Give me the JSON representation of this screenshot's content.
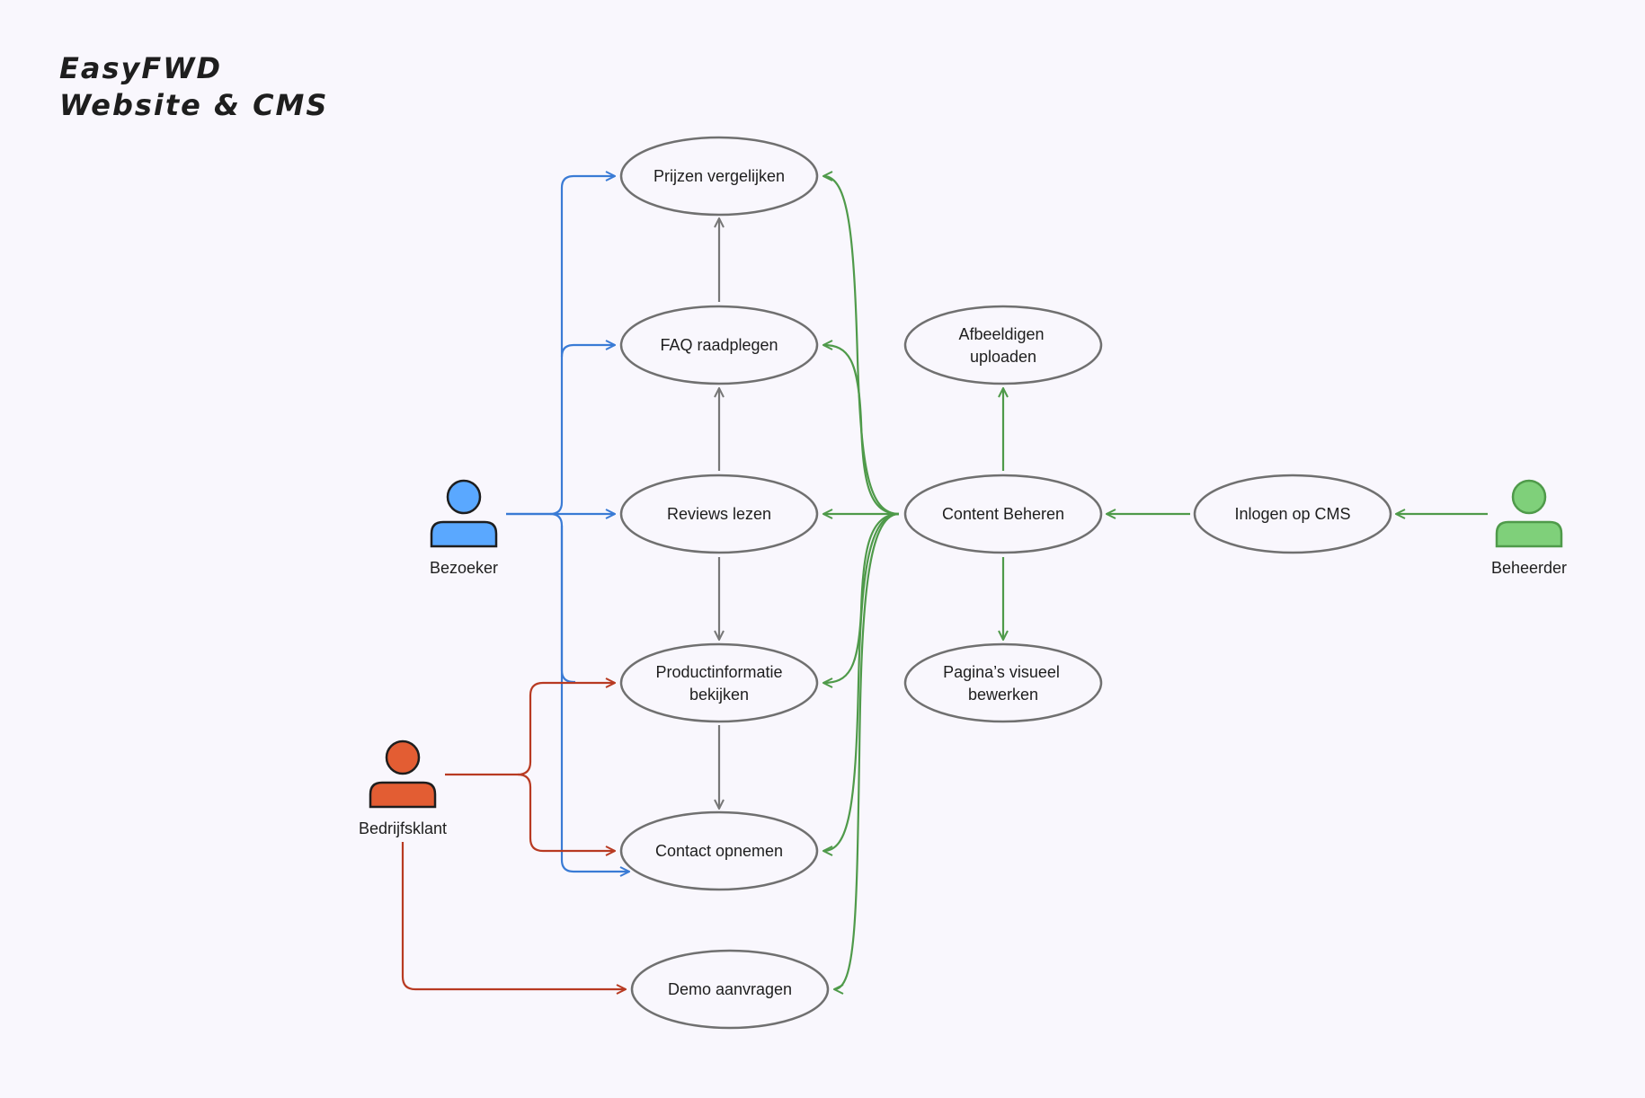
{
  "title": {
    "line1": "EasyFWD",
    "line2": "Website & CMS"
  },
  "colors": {
    "background": "#f9f7fd",
    "bezoeker": "#3a7bd5",
    "bezoeker_fill": "#5aa8ff",
    "bedrijfsklant": "#b83a22",
    "bedrijfsklant_fill": "#e35d33",
    "beheerder": "#4f9a4a",
    "beheerder_fill": "#7fd07a",
    "neutral": "#777777",
    "node_stroke": "#707070",
    "node_fill": "#f9f7fd"
  },
  "actors": [
    {
      "id": "bezoeker",
      "label": "Bezoeker"
    },
    {
      "id": "bedrijfsklant",
      "label": "Bedrijfsklant"
    },
    {
      "id": "beheerder",
      "label": "Beheerder"
    }
  ],
  "use_cases": [
    {
      "id": "prijzen",
      "lines": [
        "Prijzen vergelijken"
      ]
    },
    {
      "id": "faq",
      "lines": [
        "FAQ raadplegen"
      ]
    },
    {
      "id": "reviews",
      "lines": [
        "Reviews lezen"
      ]
    },
    {
      "id": "product",
      "lines": [
        "Productinformatie",
        "bekijken"
      ]
    },
    {
      "id": "contact",
      "lines": [
        "Contact opnemen"
      ]
    },
    {
      "id": "demo",
      "lines": [
        "Demo aanvragen"
      ]
    },
    {
      "id": "afbeeldingen",
      "lines": [
        "Afbeeldigen",
        "uploaden"
      ]
    },
    {
      "id": "content",
      "lines": [
        "Content Beheren"
      ]
    },
    {
      "id": "paginas",
      "lines": [
        "Pagina’s visueel",
        "bewerken"
      ]
    },
    {
      "id": "inlogen",
      "lines": [
        "Inlogen op CMS"
      ]
    }
  ],
  "relations": [
    {
      "from": "bezoeker",
      "to": "prijzen",
      "color": "bezoeker"
    },
    {
      "from": "bezoeker",
      "to": "faq",
      "color": "bezoeker"
    },
    {
      "from": "bezoeker",
      "to": "reviews",
      "color": "bezoeker"
    },
    {
      "from": "bezoeker",
      "to": "product",
      "color": "bezoeker"
    },
    {
      "from": "bezoeker",
      "to": "contact",
      "color": "bezoeker"
    },
    {
      "from": "bedrijfsklant",
      "to": "product",
      "color": "bedrijfsklant"
    },
    {
      "from": "bedrijfsklant",
      "to": "contact",
      "color": "bedrijfsklant"
    },
    {
      "from": "bedrijfsklant",
      "to": "demo",
      "color": "bedrijfsklant"
    },
    {
      "from": "faq",
      "to": "prijzen",
      "color": "neutral"
    },
    {
      "from": "reviews",
      "to": "faq",
      "color": "neutral"
    },
    {
      "from": "reviews",
      "to": "product",
      "color": "neutral"
    },
    {
      "from": "product",
      "to": "contact",
      "color": "neutral"
    },
    {
      "from": "beheerder",
      "to": "inlogen",
      "color": "beheerder"
    },
    {
      "from": "inlogen",
      "to": "content",
      "color": "beheerder"
    },
    {
      "from": "content",
      "to": "afbeeldingen",
      "color": "beheerder"
    },
    {
      "from": "content",
      "to": "paginas",
      "color": "beheerder"
    },
    {
      "from": "content",
      "to": "prijzen",
      "color": "beheerder"
    },
    {
      "from": "content",
      "to": "faq",
      "color": "beheerder"
    },
    {
      "from": "content",
      "to": "reviews",
      "color": "beheerder"
    },
    {
      "from": "content",
      "to": "product",
      "color": "beheerder"
    },
    {
      "from": "content",
      "to": "contact",
      "color": "beheerder"
    },
    {
      "from": "content",
      "to": "demo",
      "color": "beheerder"
    }
  ]
}
